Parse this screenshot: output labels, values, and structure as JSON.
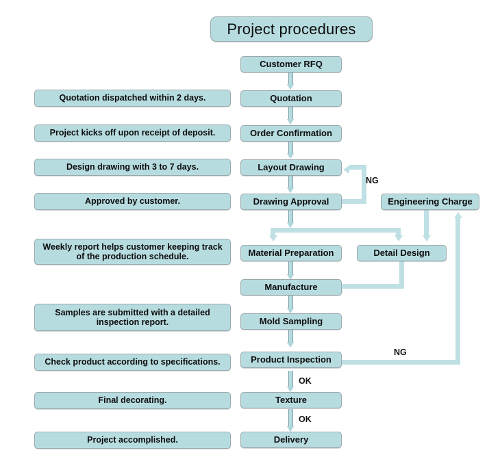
{
  "diagram": {
    "title": "Project procedures",
    "background_color": "#ffffff",
    "box_fill_color": "#b7dce0",
    "box_border_color": "#9aa8ab",
    "connector_color": "#bfe0e4",
    "text_color": "#0d0d0d"
  },
  "notes": [
    {
      "id": "note-quotation",
      "text": "Quotation dispatched within 2 days."
    },
    {
      "id": "note-deposit",
      "text": "Project kicks off upon receipt of deposit."
    },
    {
      "id": "note-design-drawing",
      "text": "Design drawing with 3 to 7 days."
    },
    {
      "id": "note-approved",
      "text": "Approved by customer."
    },
    {
      "id": "note-weekly-report",
      "text": "Weekly report helps customer keeping track of the production schedule."
    },
    {
      "id": "note-samples",
      "text": "Samples are submitted with a detailed inspection report."
    },
    {
      "id": "note-check-product",
      "text": "Check product according to specifications."
    },
    {
      "id": "note-final-decorating",
      "text": "Final decorating."
    },
    {
      "id": "note-accomplished",
      "text": "Project accomplished."
    }
  ],
  "steps": [
    {
      "id": "customer-rfq",
      "label": "Customer RFQ"
    },
    {
      "id": "quotation",
      "label": "Quotation"
    },
    {
      "id": "order-confirmation",
      "label": "Order Confirmation"
    },
    {
      "id": "layout-drawing",
      "label": "Layout Drawing"
    },
    {
      "id": "drawing-approval",
      "label": "Drawing Approval"
    },
    {
      "id": "material-preparation",
      "label": "Material Preparation"
    },
    {
      "id": "manufacture",
      "label": "Manufacture"
    },
    {
      "id": "mold-sampling",
      "label": "Mold Sampling"
    },
    {
      "id": "product-inspection",
      "label": "Product Inspection"
    },
    {
      "id": "texture",
      "label": "Texture"
    },
    {
      "id": "delivery",
      "label": "Delivery"
    },
    {
      "id": "detail-design",
      "label": "Detail Design"
    },
    {
      "id": "engineering-charge",
      "label": "Engineering Charge"
    }
  ],
  "edge_labels": {
    "drawing_approval_ng": "NG",
    "product_inspection_ng": "NG",
    "inspection_ok": "OK",
    "texture_ok": "OK"
  }
}
